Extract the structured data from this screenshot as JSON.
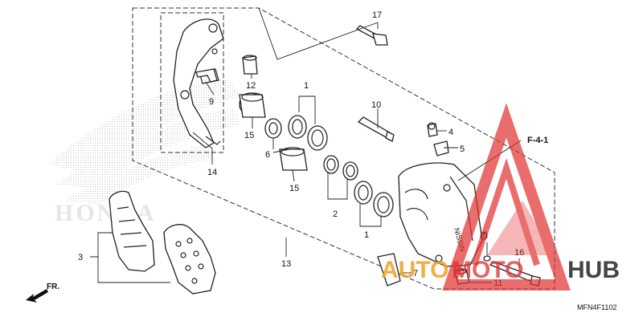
{
  "diagram": {
    "part_numbers": {
      "p1_top": "1",
      "p1_bottom": "1",
      "p2": "2",
      "p3": "3",
      "p4": "4",
      "p5": "5",
      "p6": "6",
      "p7": "7",
      "p8": "8",
      "p9": "9",
      "p10": "10",
      "p11": "11",
      "p12": "12",
      "p13": "13",
      "p14": "14",
      "p15_top": "15",
      "p15_bottom": "15",
      "p16": "16",
      "p17": "17"
    },
    "reference": "F-4-1",
    "direction": "FR.",
    "code": "MFN4F1102",
    "caliper_mark": "NISSIN",
    "background_logo": "HONDA"
  },
  "watermark": {
    "text_auto": "AUTO",
    "text_moto": "MOTO",
    "text_hub": "HUB",
    "colors": {
      "red": "#e03030",
      "orange": "#f0a020",
      "dark": "#444444"
    }
  }
}
